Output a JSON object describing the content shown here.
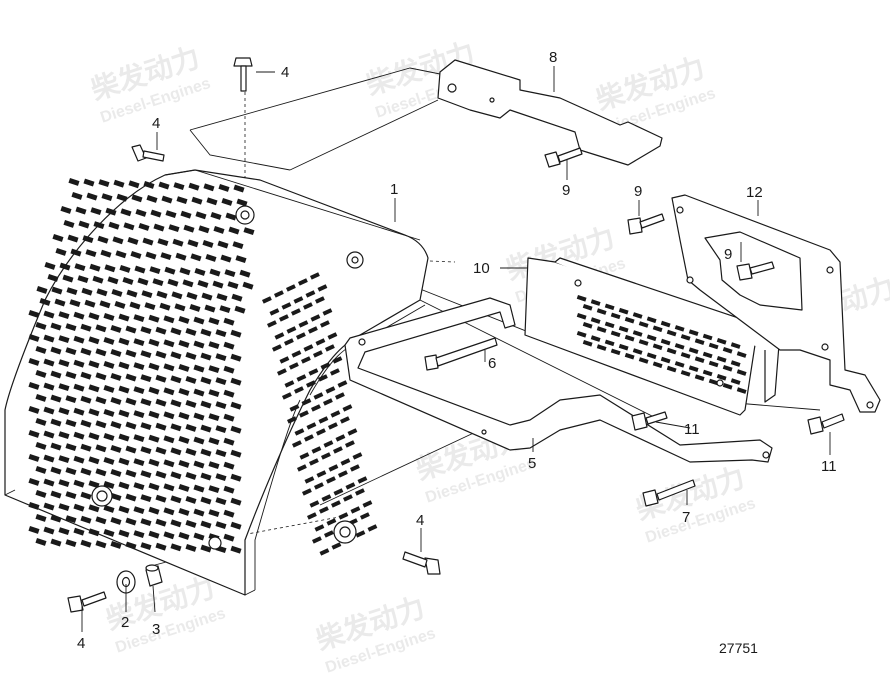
{
  "diagram": {
    "drawing_number": "27751",
    "watermark": {
      "brand_cn": "柴发动力",
      "brand_en": "Diesel-Engines"
    },
    "callouts": [
      {
        "id": "c1",
        "label": "1"
      },
      {
        "id": "c2",
        "label": "2"
      },
      {
        "id": "c3",
        "label": "3"
      },
      {
        "id": "c4a",
        "label": "4"
      },
      {
        "id": "c4b",
        "label": "4"
      },
      {
        "id": "c4c",
        "label": "4"
      },
      {
        "id": "c4d",
        "label": "4"
      },
      {
        "id": "c5",
        "label": "5"
      },
      {
        "id": "c6",
        "label": "6"
      },
      {
        "id": "c7",
        "label": "7"
      },
      {
        "id": "c8",
        "label": "8"
      },
      {
        "id": "c9a",
        "label": "9"
      },
      {
        "id": "c9b",
        "label": "9"
      },
      {
        "id": "c9c",
        "label": "9"
      },
      {
        "id": "c10",
        "label": "10"
      },
      {
        "id": "c11a",
        "label": "11"
      },
      {
        "id": "c11b",
        "label": "11"
      },
      {
        "id": "c12",
        "label": "12"
      }
    ]
  }
}
